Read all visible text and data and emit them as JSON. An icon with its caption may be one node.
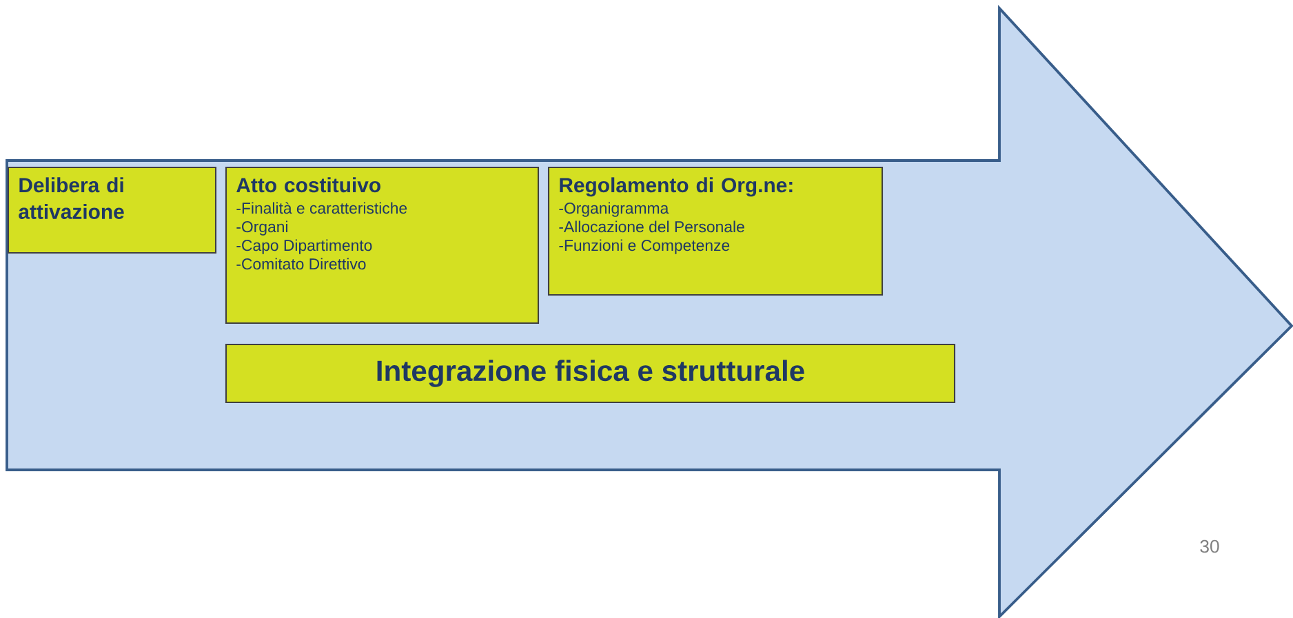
{
  "diagram": {
    "nodes": [
      {
        "text": [],
        "shape": "arrow"
      },
      {
        "text": [
          "Delibera di attivazione"
        ],
        "in": 0
      },
      {
        "text": [
          "Atto costituivo",
          "-Finalità e caratteristiche",
          "-Organi",
          "-Capo Dipartimento",
          "-Comitato Direttivo"
        ],
        "in": 0
      },
      {
        "text": [
          "Regolamento di Org.ne:",
          "-Organigramma",
          "-Allocazione del Personale",
          "-Funzioni e Competenze"
        ],
        "in": 0
      },
      {
        "text": [
          "Integrazione fisica e strutturale"
        ],
        "in": 0
      }
    ],
    "labels": [
      "30"
    ]
  }
}
